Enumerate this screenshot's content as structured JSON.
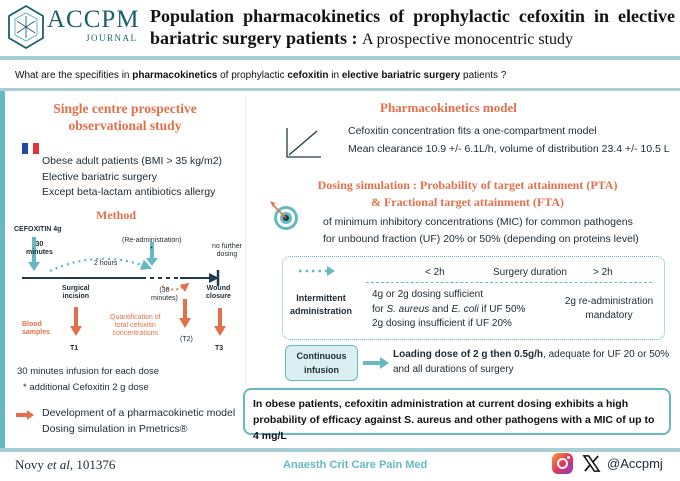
{
  "header": {
    "logo_text": "ACCPM",
    "logo_sub": "JOURNAL",
    "title_bold": "Population pharmacokinetics of prophylactic cefoxitin in elective bariatric surgery patients :",
    "title_normal": "A prospective monocentric study"
  },
  "question": {
    "p1": "What are the specifities in ",
    "b1": "pharmacokinetics",
    "p2": " of prophylactic ",
    "b2": "cefoxitin",
    "p3": " in ",
    "b3": "elective bariatric surgery",
    "p4": " patients ?"
  },
  "study": {
    "title": "Single centre prospective observational study",
    "items": [
      "Obese adult patients (BMI > 35 kg/m2)",
      "Elective bariatric surgery",
      "Except beta-lactam antibiotics allergy"
    ],
    "flag_colors": [
      "#1f4aa8",
      "#ffffff",
      "#e3323b"
    ]
  },
  "method": {
    "title": "Method",
    "dose_label": "CEFOXITIN 4g",
    "t30": "30\nminutes",
    "readmin": "(Re-administration)",
    "two_hours": "2 hours",
    "star": "*",
    "thirty_min": "(30\nminutes)",
    "no_further": "no further\ndosing",
    "surgical_incision": "Surgical\nincision",
    "wound_closure": "Wound\nclosure",
    "blood_samples": "Blood\nsamples",
    "quantification": "Quantification of\ntotal cefoxitin\nconcentrations",
    "t1": "T1",
    "t2": "(T2)",
    "t3": "T3",
    "note1": "30 minutes infusion for each dose",
    "note2": "* additional Cefoxitin 2 g dose"
  },
  "development": {
    "line1": "Development of a pharmacokinetic model",
    "line2": "Dosing simulation in Pmetrics®"
  },
  "pk_model": {
    "title": "Pharmacokinetics model",
    "line1": "Cefoxitin concentration fits a one-compartment model",
    "line2": "Mean clearance 10.9 +/- 6.1L/h, volume of distribution 23.4 +/- 10.5 L"
  },
  "dosing_sim": {
    "title_line1": "Dosing simulation : Probability of target attainment (PTA)",
    "title_line2": "& Fractional target attainment (FTA)",
    "line1": "of minimum inhibitory concentrations (MIC) for common pathogens",
    "line2": "for unbound fraction (UF) 20% or 50% (depending on proteins level)"
  },
  "intermittent": {
    "label": "Intermittent\nadministration",
    "lt2h": "< 2h",
    "surgery_duration": "Surgery duration",
    "gt2h": "> 2h",
    "suff1": "4g or 2g dosing sufficient",
    "suff2_a": "for ",
    "suff2_b": "S. aureus",
    "suff2_c": " and ",
    "suff2_d": "E. coli",
    "suff2_e": " if UF 50%",
    "suff3": "2g dosing insufficient if UF 20%",
    "re1": "2g re-administration",
    "re2": "mandatory"
  },
  "continuous": {
    "label": "Continuous\ninfusion",
    "line1_bold": "Loading dose of 2 g then 0.5g/h",
    "line1_rest": ", adequate for UF 20 or 50%",
    "line2": "and all durations of surgery"
  },
  "conclusion": "In obese patients, cefoxitin administration at current dosing exhibits a high probability of efficacy against S. aureus and other pathogens with a MIC of up to 4 mg/L",
  "footer": {
    "cite_author": "Novy ",
    "cite_etal": "et al",
    "cite_id": ", 101376",
    "journal": "Anaesth Crit Care Pain Med",
    "handle": "@Accpmj"
  },
  "colors": {
    "accent_teal": "#66b9c3",
    "accent_orange": "#e2704a",
    "rule": "#a9cfd6",
    "navy": "#1f3a4a"
  },
  "icons": [
    "logo-icon",
    "france-flag-icon",
    "line-chart-icon",
    "target-icon",
    "arrow-right-icon",
    "instagram-icon",
    "x-icon"
  ]
}
